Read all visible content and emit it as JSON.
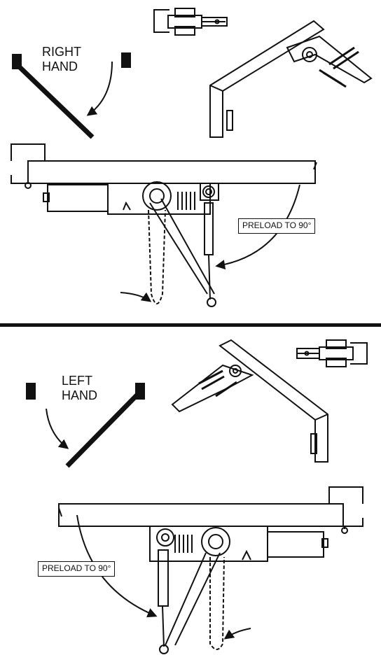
{
  "top": {
    "hand_line1": "RIGHT",
    "hand_line2": "HAND",
    "preload_label": "PRELOAD TO 90°"
  },
  "bottom": {
    "hand_line1": "LEFT",
    "hand_line2": "HAND",
    "preload_label": "PRELOAD TO 90°"
  },
  "colors": {
    "ink": "#111111",
    "paper": "#ffffff"
  }
}
